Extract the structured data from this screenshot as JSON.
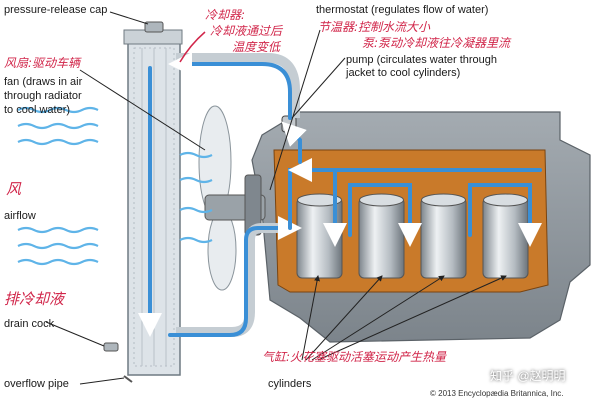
{
  "labels": {
    "pressure_cap": "pressure-release cap",
    "fan": [
      "fan (draws in air",
      "through radiator",
      "to cool water)"
    ],
    "airflow": "airflow",
    "drain_cock": "drain cock",
    "overflow_pipe": "overflow pipe",
    "thermostat": "thermostat (regulates flow of water)",
    "pump": [
      "pump (circulates water through",
      "jacket to cool cylinders)"
    ],
    "cylinders": "cylinders"
  },
  "annotations": {
    "radiator_note_1": "冷却器:",
    "radiator_note_2": "冷却液通过后",
    "radiator_note_3": "温度变低",
    "thermostat_note": "节温器:控制水流大小",
    "pump_note": "泵:泵动冷却液往冷凝器里流",
    "fan_note": "风扇:驱动车辆",
    "wind": "风",
    "drain_note": "排冷却液",
    "cylinder_note": "气缸:火花塞驱动活塞运动产生热量"
  },
  "footer": {
    "copyright": "© 2013 Encyclopædia Britannica, Inc.",
    "watermark": "知乎 @赵明明"
  },
  "colors": {
    "coolant": "#c97a2a",
    "flow_arrow": "#3a8fd6",
    "annotation": "#d1264a",
    "engine_block": "#8e969d",
    "radiator": "#dde3e8"
  }
}
